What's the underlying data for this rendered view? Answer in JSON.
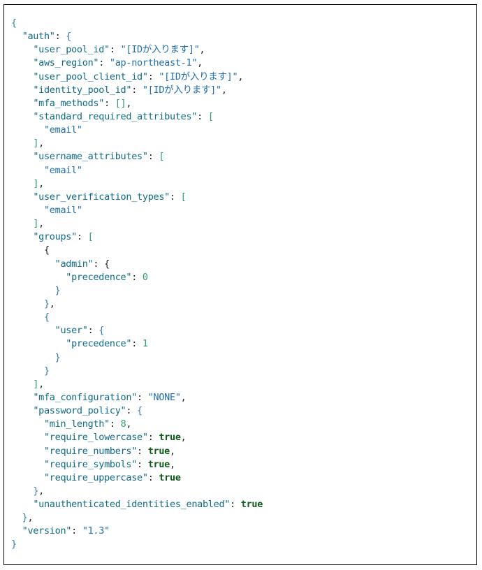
{
  "code": {
    "lines": [
      [
        {
          "t": "p",
          "v": "{"
        }
      ],
      [
        {
          "t": "x",
          "v": "  "
        },
        {
          "t": "k",
          "v": "\"auth\""
        },
        {
          "t": "x",
          "v": ": "
        },
        {
          "t": "p",
          "v": "{"
        }
      ],
      [
        {
          "t": "x",
          "v": "    "
        },
        {
          "t": "k",
          "v": "\"user_pool_id\""
        },
        {
          "t": "x",
          "v": ": "
        },
        {
          "t": "s",
          "v": "\"[IDが入ります]\""
        },
        {
          "t": "x",
          "v": ","
        }
      ],
      [
        {
          "t": "x",
          "v": "    "
        },
        {
          "t": "k",
          "v": "\"aws_region\""
        },
        {
          "t": "x",
          "v": ": "
        },
        {
          "t": "s",
          "v": "\"ap-northeast-1\""
        },
        {
          "t": "x",
          "v": ","
        }
      ],
      [
        {
          "t": "x",
          "v": "    "
        },
        {
          "t": "k",
          "v": "\"user_pool_client_id\""
        },
        {
          "t": "x",
          "v": ": "
        },
        {
          "t": "s",
          "v": "\"[IDが入ります]\""
        },
        {
          "t": "x",
          "v": ","
        }
      ],
      [
        {
          "t": "x",
          "v": "    "
        },
        {
          "t": "k",
          "v": "\"identity_pool_id\""
        },
        {
          "t": "x",
          "v": ": "
        },
        {
          "t": "s",
          "v": "\"[IDが入ります]\""
        },
        {
          "t": "x",
          "v": ","
        }
      ],
      [
        {
          "t": "x",
          "v": "    "
        },
        {
          "t": "k",
          "v": "\"mfa_methods\""
        },
        {
          "t": "x",
          "v": ": "
        },
        {
          "t": "bk",
          "v": "[]"
        },
        {
          "t": "x",
          "v": ","
        }
      ],
      [
        {
          "t": "x",
          "v": "    "
        },
        {
          "t": "k",
          "v": "\"standard_required_attributes\""
        },
        {
          "t": "x",
          "v": ": "
        },
        {
          "t": "bk",
          "v": "["
        }
      ],
      [
        {
          "t": "x",
          "v": "      "
        },
        {
          "t": "s",
          "v": "\"email\""
        }
      ],
      [
        {
          "t": "x",
          "v": "    "
        },
        {
          "t": "bk",
          "v": "]"
        },
        {
          "t": "x",
          "v": ","
        }
      ],
      [
        {
          "t": "x",
          "v": "    "
        },
        {
          "t": "k",
          "v": "\"username_attributes\""
        },
        {
          "t": "x",
          "v": ": "
        },
        {
          "t": "bk",
          "v": "["
        }
      ],
      [
        {
          "t": "x",
          "v": "      "
        },
        {
          "t": "s",
          "v": "\"email\""
        }
      ],
      [
        {
          "t": "x",
          "v": "    "
        },
        {
          "t": "bk",
          "v": "]"
        },
        {
          "t": "x",
          "v": ","
        }
      ],
      [
        {
          "t": "x",
          "v": "    "
        },
        {
          "t": "k",
          "v": "\"user_verification_types\""
        },
        {
          "t": "x",
          "v": ": "
        },
        {
          "t": "bk",
          "v": "["
        }
      ],
      [
        {
          "t": "x",
          "v": "      "
        },
        {
          "t": "s",
          "v": "\"email\""
        }
      ],
      [
        {
          "t": "x",
          "v": "    "
        },
        {
          "t": "bk",
          "v": "]"
        },
        {
          "t": "x",
          "v": ","
        }
      ],
      [
        {
          "t": "x",
          "v": "    "
        },
        {
          "t": "k",
          "v": "\"groups\""
        },
        {
          "t": "x",
          "v": ": "
        },
        {
          "t": "bk",
          "v": "["
        }
      ],
      [
        {
          "t": "x",
          "v": "      "
        },
        {
          "t": "x",
          "v": "{"
        }
      ],
      [
        {
          "t": "x",
          "v": "        "
        },
        {
          "t": "k",
          "v": "\"admin\""
        },
        {
          "t": "x",
          "v": ": "
        },
        {
          "t": "x",
          "v": "{"
        }
      ],
      [
        {
          "t": "x",
          "v": "          "
        },
        {
          "t": "k",
          "v": "\"precedence\""
        },
        {
          "t": "x",
          "v": ": "
        },
        {
          "t": "n",
          "v": "0"
        }
      ],
      [
        {
          "t": "x",
          "v": "        "
        },
        {
          "t": "p",
          "v": "}"
        }
      ],
      [
        {
          "t": "x",
          "v": "      "
        },
        {
          "t": "p",
          "v": "}"
        },
        {
          "t": "x",
          "v": ","
        }
      ],
      [
        {
          "t": "x",
          "v": "      "
        },
        {
          "t": "p",
          "v": "{"
        }
      ],
      [
        {
          "t": "x",
          "v": "        "
        },
        {
          "t": "k",
          "v": "\"user\""
        },
        {
          "t": "x",
          "v": ": "
        },
        {
          "t": "p",
          "v": "{"
        }
      ],
      [
        {
          "t": "x",
          "v": "          "
        },
        {
          "t": "k",
          "v": "\"precedence\""
        },
        {
          "t": "x",
          "v": ": "
        },
        {
          "t": "n",
          "v": "1"
        }
      ],
      [
        {
          "t": "x",
          "v": "        "
        },
        {
          "t": "p",
          "v": "}"
        }
      ],
      [
        {
          "t": "x",
          "v": "      "
        },
        {
          "t": "p",
          "v": "}"
        }
      ],
      [
        {
          "t": "x",
          "v": "    "
        },
        {
          "t": "bk",
          "v": "]"
        },
        {
          "t": "x",
          "v": ","
        }
      ],
      [
        {
          "t": "x",
          "v": "    "
        },
        {
          "t": "k",
          "v": "\"mfa_configuration\""
        },
        {
          "t": "x",
          "v": ": "
        },
        {
          "t": "s",
          "v": "\"NONE\""
        },
        {
          "t": "x",
          "v": ","
        }
      ],
      [
        {
          "t": "x",
          "v": "    "
        },
        {
          "t": "k",
          "v": "\"password_policy\""
        },
        {
          "t": "x",
          "v": ": "
        },
        {
          "t": "p",
          "v": "{"
        }
      ],
      [
        {
          "t": "x",
          "v": "      "
        },
        {
          "t": "k",
          "v": "\"min_length\""
        },
        {
          "t": "x",
          "v": ": "
        },
        {
          "t": "n",
          "v": "8"
        },
        {
          "t": "x",
          "v": ","
        }
      ],
      [
        {
          "t": "x",
          "v": "      "
        },
        {
          "t": "k",
          "v": "\"require_lowercase\""
        },
        {
          "t": "x",
          "v": ": "
        },
        {
          "t": "b",
          "v": "true"
        },
        {
          "t": "x",
          "v": ","
        }
      ],
      [
        {
          "t": "x",
          "v": "      "
        },
        {
          "t": "k",
          "v": "\"require_numbers\""
        },
        {
          "t": "x",
          "v": ": "
        },
        {
          "t": "b",
          "v": "true"
        },
        {
          "t": "x",
          "v": ","
        }
      ],
      [
        {
          "t": "x",
          "v": "      "
        },
        {
          "t": "k",
          "v": "\"require_symbols\""
        },
        {
          "t": "x",
          "v": ": "
        },
        {
          "t": "b",
          "v": "true"
        },
        {
          "t": "x",
          "v": ","
        }
      ],
      [
        {
          "t": "x",
          "v": "      "
        },
        {
          "t": "k",
          "v": "\"require_uppercase\""
        },
        {
          "t": "x",
          "v": ": "
        },
        {
          "t": "b",
          "v": "true"
        }
      ],
      [
        {
          "t": "x",
          "v": "    "
        },
        {
          "t": "p",
          "v": "}"
        },
        {
          "t": "x",
          "v": ","
        }
      ],
      [
        {
          "t": "x",
          "v": "    "
        },
        {
          "t": "k",
          "v": "\"unauthenticated_identities_enabled\""
        },
        {
          "t": "x",
          "v": ": "
        },
        {
          "t": "b",
          "v": "true"
        }
      ],
      [
        {
          "t": "x",
          "v": "  "
        },
        {
          "t": "p",
          "v": "}"
        },
        {
          "t": "x",
          "v": ","
        }
      ],
      [
        {
          "t": "x",
          "v": "  "
        },
        {
          "t": "k",
          "v": "\"version\""
        },
        {
          "t": "x",
          "v": ": "
        },
        {
          "t": "s",
          "v": "\"1.3\""
        }
      ],
      [
        {
          "t": "p",
          "v": "}"
        }
      ]
    ]
  },
  "colors": {
    "border": "#000000",
    "key": "#0e6b8a",
    "string": "#1f6fb2",
    "number": "#2aa36b",
    "boolean": "#0a5c16",
    "bracket": "#2aa36b",
    "brace": "#2f7fb8"
  }
}
